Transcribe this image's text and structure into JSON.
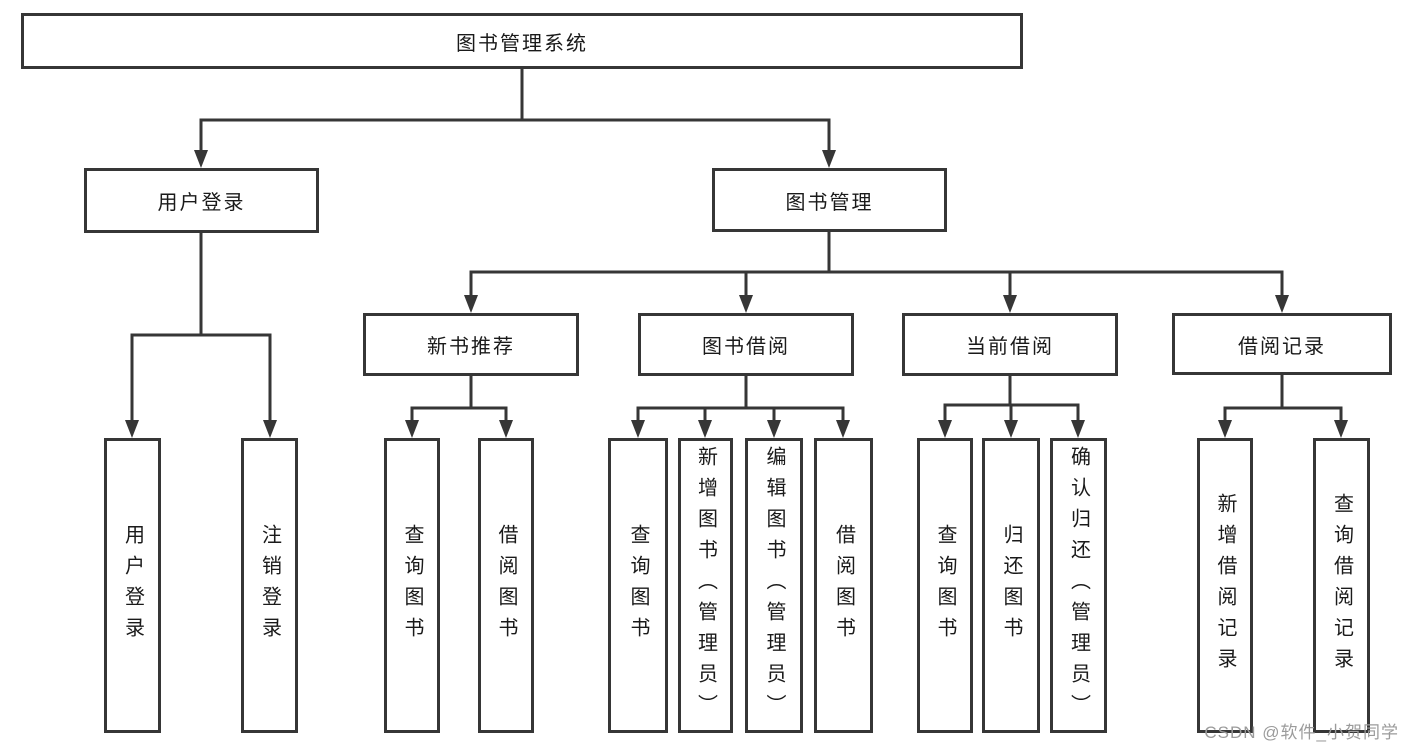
{
  "tree": {
    "root": {
      "label": "图书管理系统",
      "children": [
        {
          "label": "用户登录",
          "children": [
            {
              "label": "用户登录"
            },
            {
              "label": "注销登录"
            }
          ]
        },
        {
          "label": "图书管理",
          "children": [
            {
              "label": "新书推荐",
              "children": [
                {
                  "label": "查询图书"
                },
                {
                  "label": "借阅图书"
                }
              ]
            },
            {
              "label": "图书借阅",
              "children": [
                {
                  "label": "查询图书"
                },
                {
                  "label": "新增图书（管理员）"
                },
                {
                  "label": "编辑图书（管理员）"
                },
                {
                  "label": "借阅图书"
                }
              ]
            },
            {
              "label": "当前借阅",
              "children": [
                {
                  "label": "查询图书"
                },
                {
                  "label": "归还图书"
                },
                {
                  "label": "确认归还（管理员）"
                }
              ]
            },
            {
              "label": "借阅记录",
              "children": [
                {
                  "label": "新增借阅记录"
                },
                {
                  "label": "查询借阅记录"
                }
              ]
            }
          ]
        }
      ]
    }
  },
  "watermark": {
    "text": "CSDN @软件_小贺同学"
  },
  "colors": {
    "line": "#363636",
    "text": "#1a1a1a",
    "watermark": "#9b9b9b",
    "background": "#ffffff"
  }
}
